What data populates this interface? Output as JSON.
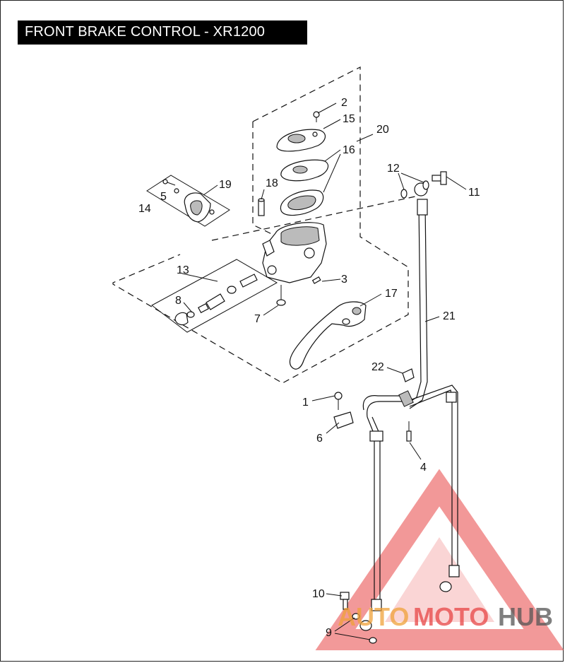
{
  "title": "FRONT BRAKE CONTROL - XR1200",
  "callouts": {
    "c1": "1",
    "c2": "2",
    "c3": "3",
    "c4": "4",
    "c5": "5",
    "c6": "6",
    "c7": "7",
    "c8": "8",
    "c9": "9",
    "c10": "10",
    "c11": "11",
    "c12": "12",
    "c13": "13",
    "c14": "14",
    "c15": "15",
    "c16": "16",
    "c17": "17",
    "c18": "18",
    "c19": "19",
    "c20": "20",
    "c21": "21",
    "c22": "22"
  },
  "watermark": {
    "part1": "AUTO",
    "part2": "MOTO",
    "part3": "HUB",
    "color_primary": "#e84545",
    "color_secondary": "#f0a23a",
    "color_dark": "#555555"
  }
}
